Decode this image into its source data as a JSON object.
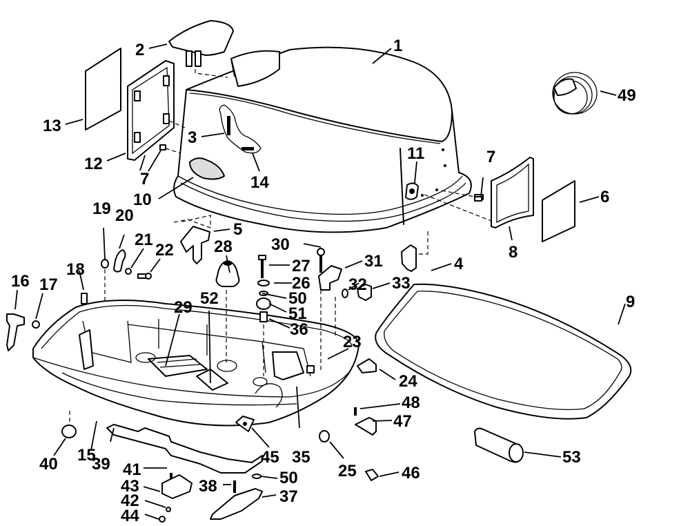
{
  "diagram": {
    "title": "Outboard motor cowling exploded parts diagram",
    "ink_color": "#000000",
    "background_color": "#ffffff",
    "callouts": [
      {
        "id": "1",
        "text": "1"
      },
      {
        "id": "2",
        "text": "2"
      },
      {
        "id": "3",
        "text": "3"
      },
      {
        "id": "4",
        "text": "4"
      },
      {
        "id": "5",
        "text": "5"
      },
      {
        "id": "6",
        "text": "6"
      },
      {
        "id": "7a",
        "text": "7"
      },
      {
        "id": "7b",
        "text": "7"
      },
      {
        "id": "8",
        "text": "8"
      },
      {
        "id": "9",
        "text": "9"
      },
      {
        "id": "10",
        "text": "10"
      },
      {
        "id": "11",
        "text": "11"
      },
      {
        "id": "12",
        "text": "12"
      },
      {
        "id": "13",
        "text": "13"
      },
      {
        "id": "14",
        "text": "14"
      },
      {
        "id": "15",
        "text": "15"
      },
      {
        "id": "16",
        "text": "16"
      },
      {
        "id": "17",
        "text": "17"
      },
      {
        "id": "18",
        "text": "18"
      },
      {
        "id": "19",
        "text": "19"
      },
      {
        "id": "20",
        "text": "20"
      },
      {
        "id": "21",
        "text": "21"
      },
      {
        "id": "22",
        "text": "22"
      },
      {
        "id": "23",
        "text": "23"
      },
      {
        "id": "24",
        "text": "24"
      },
      {
        "id": "25",
        "text": "25"
      },
      {
        "id": "26",
        "text": "26"
      },
      {
        "id": "27",
        "text": "27"
      },
      {
        "id": "28",
        "text": "28"
      },
      {
        "id": "29",
        "text": "29"
      },
      {
        "id": "30",
        "text": "30"
      },
      {
        "id": "31",
        "text": "31"
      },
      {
        "id": "32",
        "text": "32"
      },
      {
        "id": "33",
        "text": "33"
      },
      {
        "id": "35",
        "text": "35"
      },
      {
        "id": "36",
        "text": "36"
      },
      {
        "id": "37",
        "text": "37"
      },
      {
        "id": "38",
        "text": "38"
      },
      {
        "id": "39",
        "text": "39"
      },
      {
        "id": "40",
        "text": "40"
      },
      {
        "id": "41",
        "text": "41"
      },
      {
        "id": "42",
        "text": "42"
      },
      {
        "id": "43",
        "text": "43"
      },
      {
        "id": "44",
        "text": "44"
      },
      {
        "id": "45",
        "text": "45"
      },
      {
        "id": "46",
        "text": "46"
      },
      {
        "id": "47",
        "text": "47"
      },
      {
        "id": "48",
        "text": "48"
      },
      {
        "id": "49",
        "text": "49"
      },
      {
        "id": "50a",
        "text": "50"
      },
      {
        "id": "50b",
        "text": "50"
      },
      {
        "id": "51",
        "text": "51"
      },
      {
        "id": "52",
        "text": "52"
      },
      {
        "id": "53",
        "text": "53"
      }
    ]
  }
}
